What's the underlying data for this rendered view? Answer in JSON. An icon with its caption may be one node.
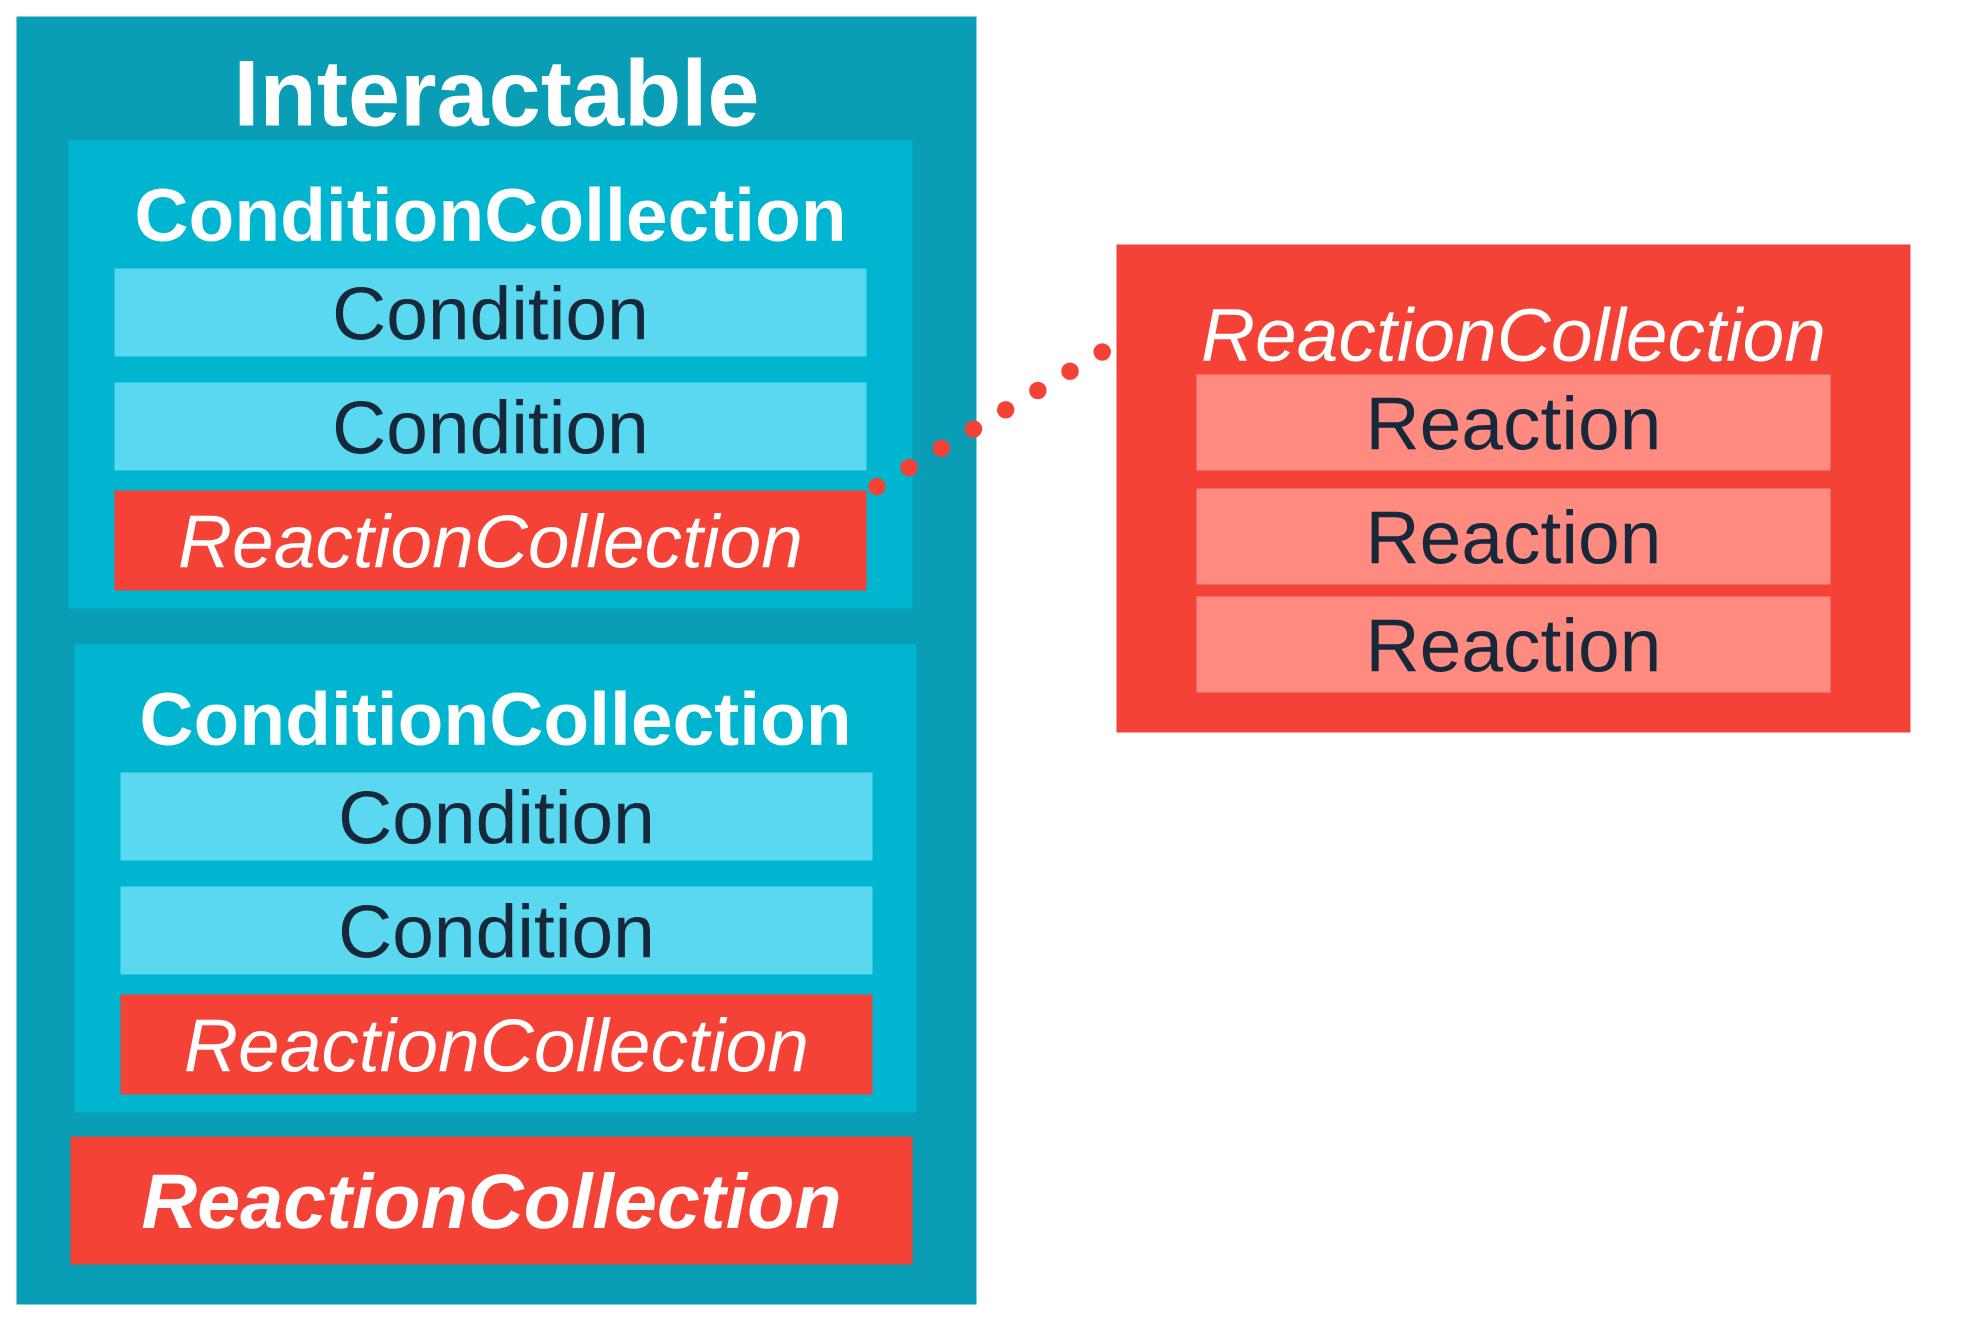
{
  "diagram": {
    "nodes": [
      {
        "text": [
          "Interactable"
        ]
      },
      {
        "text": [
          "ConditionCollection"
        ],
        "in": 0
      },
      {
        "text": [
          "Condition"
        ],
        "in": 1
      },
      {
        "text": [
          "Condition"
        ],
        "in": 1
      },
      {
        "text": [
          "ReactionCollection"
        ],
        "in": 1
      },
      {
        "text": [
          "ConditionCollection"
        ],
        "in": 0
      },
      {
        "text": [
          "Condition"
        ],
        "in": 5
      },
      {
        "text": [
          "Condition"
        ],
        "in": 5
      },
      {
        "text": [
          "ReactionCollection"
        ],
        "in": 5
      },
      {
        "text": [
          "ReactionCollection"
        ],
        "in": 0
      },
      {
        "text": [
          "ReactionCollection"
        ]
      },
      {
        "text": [
          "Reaction"
        ],
        "in": 10
      },
      {
        "text": [
          "Reaction"
        ],
        "in": 10
      },
      {
        "text": [
          "Reaction"
        ],
        "in": 10
      }
    ],
    "edges": [
      {
        "from": 4,
        "to": 10,
        "arrow": "none",
        "style": "dashed",
        "color": "#f44336"
      }
    ]
  }
}
